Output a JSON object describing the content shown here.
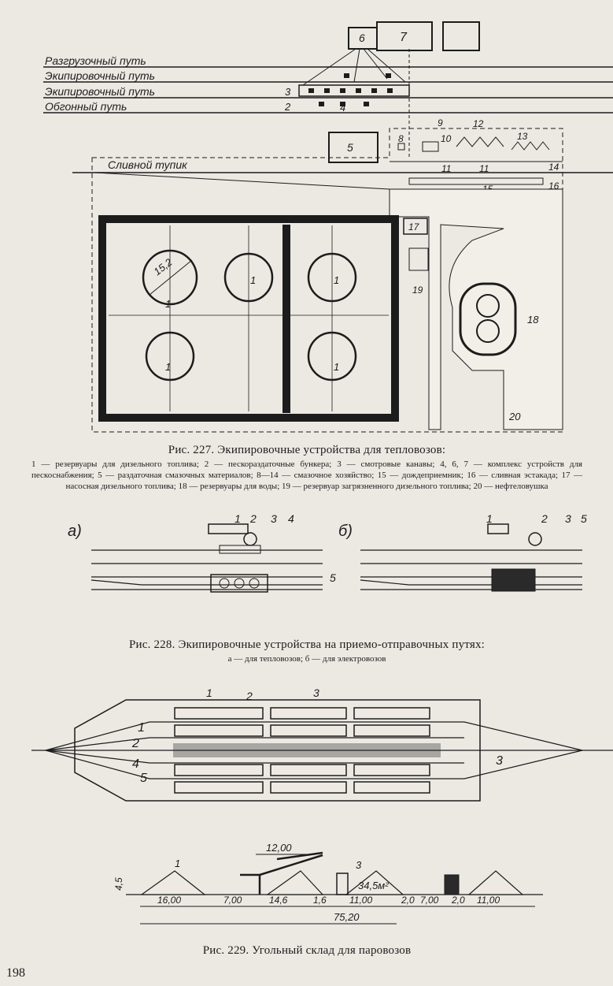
{
  "page_number": "198",
  "fig227": {
    "tracks": [
      "Разгрузочный путь",
      "Экипировочный путь",
      "Экипировочный путь",
      "Обгонный путь"
    ],
    "dead_end": "Сливной тупик",
    "tank_label": "1",
    "diameter": "15,2",
    "numbers": {
      "n2": "2",
      "n3": "3",
      "n4": "4",
      "n5": "5",
      "n6": "6",
      "n7": "7",
      "n8": "8",
      "n9": "9",
      "n10": "10",
      "n11a": "11",
      "n11b": "11",
      "n12": "12",
      "n13": "13",
      "n14": "14",
      "n15": "15",
      "n16": "16",
      "n17": "17",
      "n18": "18",
      "n19": "19",
      "n20": "20"
    },
    "caption": "Рис. 227. Экипировочные устройства для тепловозов:",
    "legend": "1 — резервуары для дизельного топлива; 2 — пескораздаточные бункера; 3 — смотровые канавы; 4, 6, 7 — комплекс устройств для пескоснабжения; 5 — раздаточная смазочных материалов; 8—14 — смазочное хозяйство; 15 — дождеприемник; 16 — сливная эстакада; 17 — насосная дизельного топлива; 18 — резервуары для воды; 19 — резервуар загрязненного дизельного топлива; 20 — нефтеловушка"
  },
  "fig228": {
    "label_a": "а)",
    "label_b": "б)",
    "a_numbers": [
      "1",
      "2",
      "3",
      "4",
      "5"
    ],
    "b_numbers": [
      "1",
      "2",
      "3",
      "5"
    ],
    "caption": "Рис. 228. Экипировочные устройства на приемо-отправочных путях:",
    "legend": "а — для тепловозов; б — для электровозов"
  },
  "fig229": {
    "plan_labels": {
      "l1": "1",
      "l2": "2",
      "l3": "3",
      "t1": "1",
      "t2": "2",
      "t3": "3",
      "t4": "4",
      "t5": "5"
    },
    "section_labels": {
      "s1": "1",
      "s3": "3",
      "area": "34,5м²"
    },
    "dims": {
      "top": "12,00",
      "height": "4,5",
      "d1": "16,00",
      "d2": "7,00",
      "d3": "14,6",
      "d4": "1,6",
      "d5": "11,00",
      "d6": "2,0",
      "d7": "7,00",
      "d8": "2,0",
      "d9": "11,00",
      "total": "75,20"
    },
    "caption": "Рис. 229. Угольный склад для паровозов"
  }
}
